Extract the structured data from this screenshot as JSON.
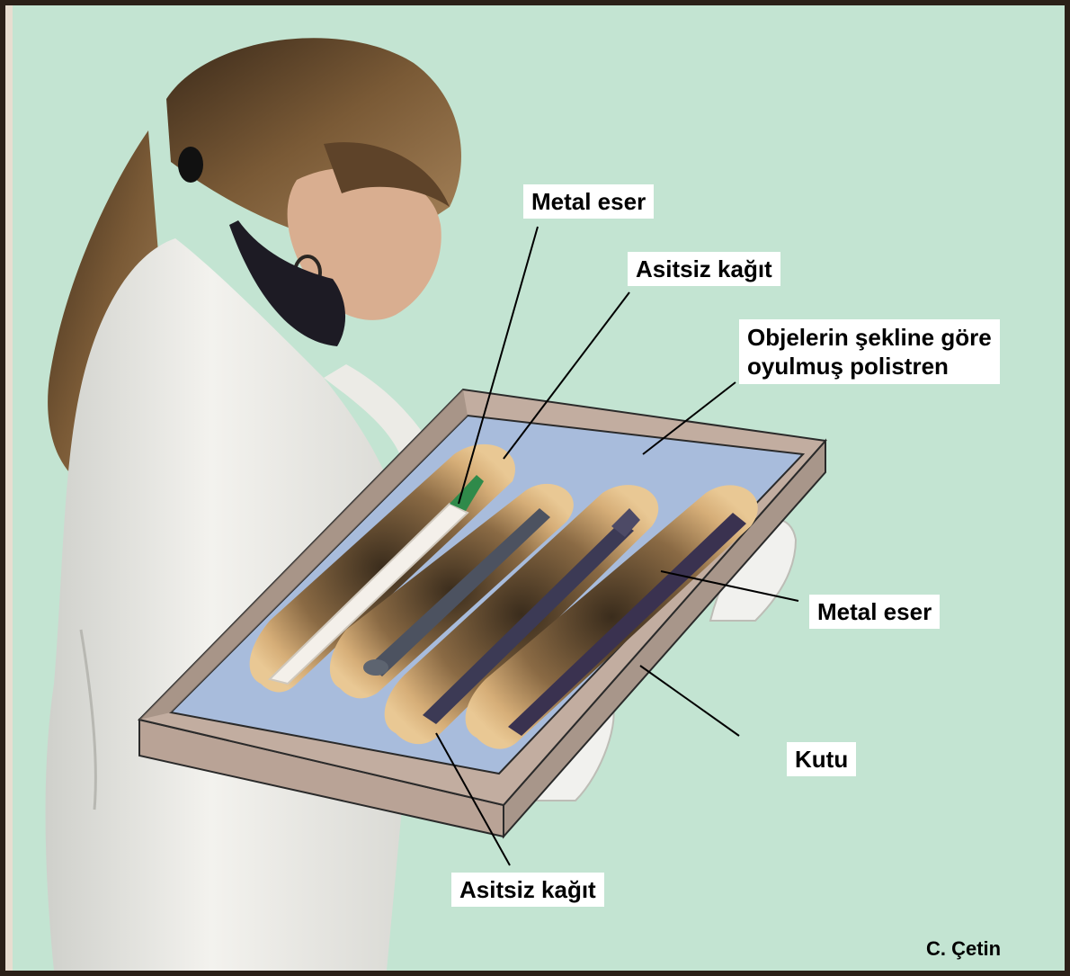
{
  "labels": {
    "metal_eser_top": "Metal eser",
    "asitsiz_kagit_top": "Asitsiz kağıt",
    "polistren_line1": "Objelerin şekline göre",
    "polistren_line2": "oyulmuş polistren",
    "metal_eser_right": "Metal eser",
    "kutu": "Kutu",
    "asitsiz_kagit_bottom": "Asitsiz kağıt",
    "credit": "C. Çetin"
  },
  "colors": {
    "border": "#2b2018",
    "frame": "#e8ddd0",
    "background": "#c3e4d2",
    "box": "#bca79a",
    "foam": "#a8bcdc",
    "paper": "#c9a06b",
    "coat": "#eceae4",
    "hair": "#6b4f30"
  }
}
